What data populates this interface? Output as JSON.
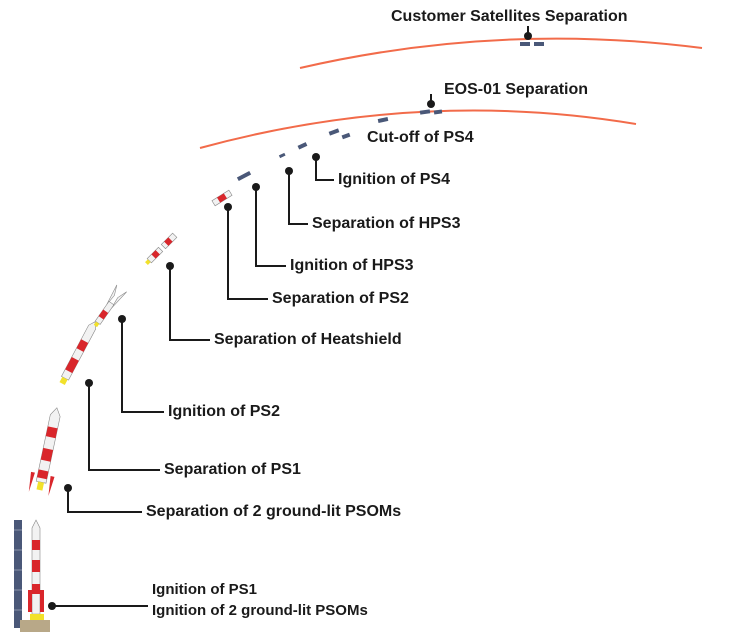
{
  "diagram": {
    "events": [
      {
        "id": "customer-satellites-separation",
        "label": "Customer Satellites Separation"
      },
      {
        "id": "eos01-separation",
        "label": "EOS-01 Separation"
      },
      {
        "id": "cutoff-ps4",
        "label": "Cut-off of PS4"
      },
      {
        "id": "ignition-ps4",
        "label": "Ignition of PS4"
      },
      {
        "id": "separation-hps3",
        "label": "Separation of HPS3"
      },
      {
        "id": "ignition-hps3",
        "label": "Ignition of HPS3"
      },
      {
        "id": "separation-ps2",
        "label": "Separation of PS2"
      },
      {
        "id": "separation-heatshield",
        "label": "Separation of Heatshield"
      },
      {
        "id": "ignition-ps2",
        "label": "Ignition of PS2"
      },
      {
        "id": "separation-ps1",
        "label": "Separation of PS1"
      },
      {
        "id": "separation-2-ground-lit-psoms",
        "label": "Separation of 2 ground-lit PSOMs"
      },
      {
        "id": "ignition-ps1",
        "label": "Ignition of PS1"
      },
      {
        "id": "ignition-2-ground-lit-psoms",
        "label": "Ignition of 2 ground-lit PSOMs"
      }
    ],
    "colors": {
      "orbit": "#f26b4a",
      "rocket_red": "#d9262b",
      "rocket_white": "#f2f2f2",
      "exhaust": "#f2e12b",
      "leader": "#1a1a1a",
      "tower": "#4a5878"
    }
  }
}
